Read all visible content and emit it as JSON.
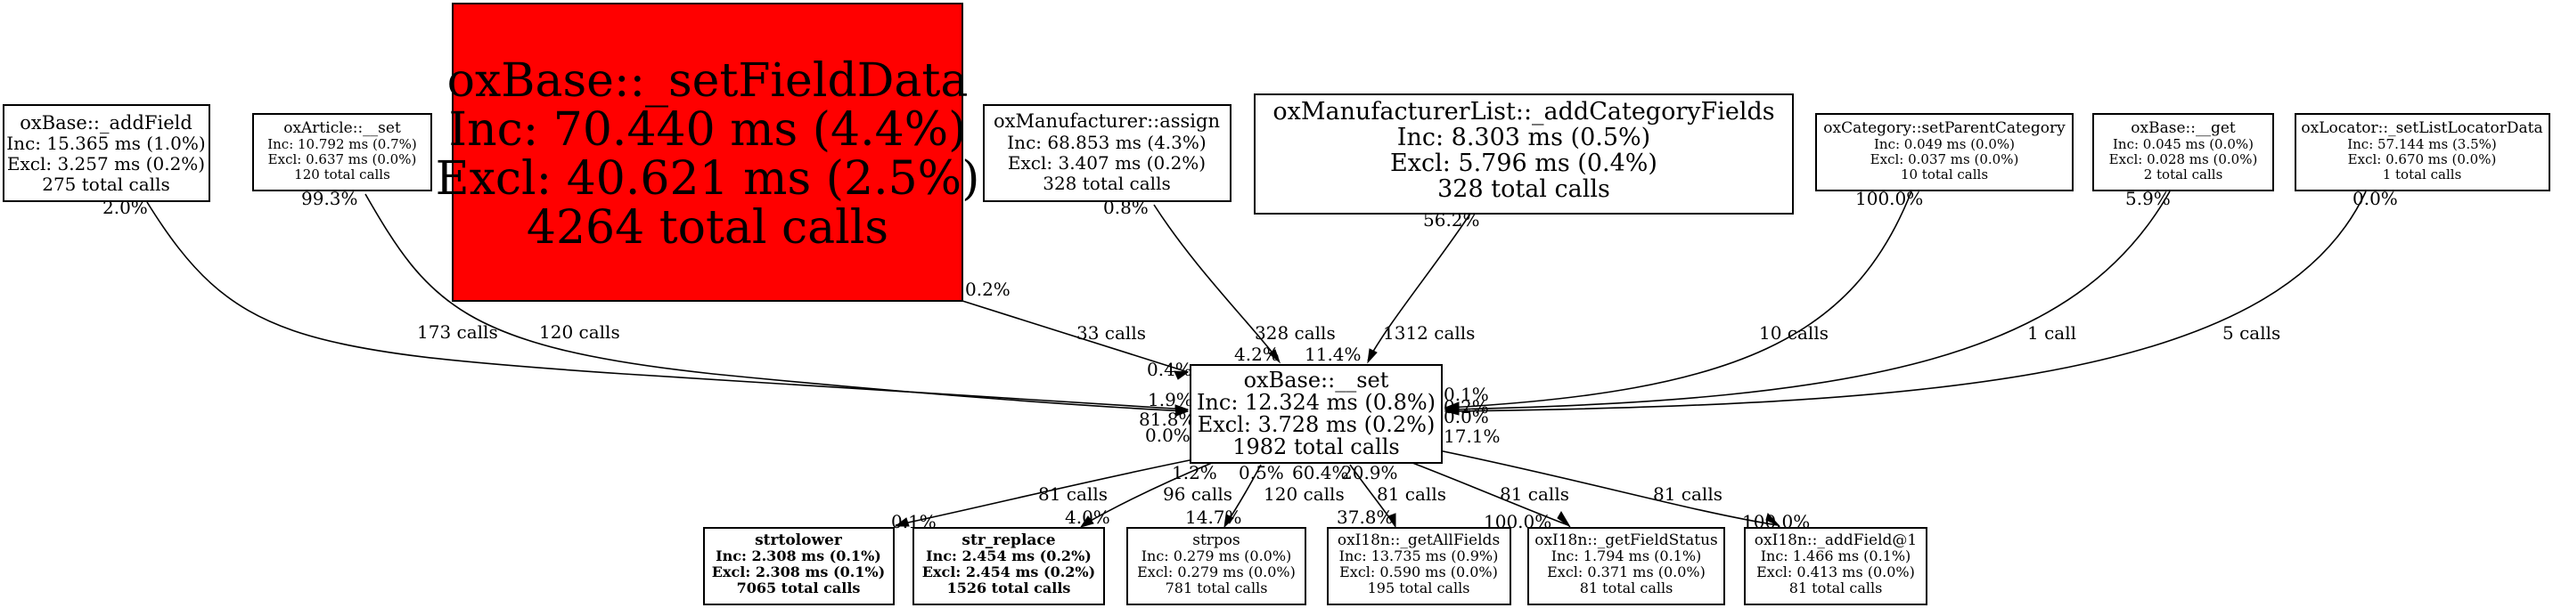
{
  "nodes": {
    "addField": {
      "lines": [
        "oxBase::_addField",
        "Inc: 15.365 ms (1.0%)",
        "Excl: 3.257 ms (0.2%)",
        "275 total calls"
      ]
    },
    "article_set": {
      "lines": [
        "oxArticle::__set",
        "Inc: 10.792 ms (0.7%)",
        "Excl: 0.637 ms (0.0%)",
        "120 total calls"
      ]
    },
    "setFieldData": {
      "lines": [
        "oxBase::_setFieldData",
        "Inc: 70.440 ms (4.4%)",
        "Excl: 40.621 ms (2.5%)",
        "4264 total calls"
      ],
      "fill": "#ff0000"
    },
    "manufacturer_assign": {
      "lines": [
        "oxManufacturer::assign",
        "Inc: 68.853 ms (4.3%)",
        "Excl: 3.407 ms (0.2%)",
        "328 total calls"
      ]
    },
    "addCategoryFields": {
      "lines": [
        "oxManufacturerList::_addCategoryFields",
        "Inc: 8.303 ms (0.5%)",
        "Excl: 5.796 ms (0.4%)",
        "328 total calls"
      ]
    },
    "setParentCategory": {
      "lines": [
        "oxCategory::setParentCategory",
        "Inc: 0.049 ms (0.0%)",
        "Excl: 0.037 ms (0.0%)",
        "10 total calls"
      ]
    },
    "base_get": {
      "lines": [
        "oxBase::__get",
        "Inc: 0.045 ms (0.0%)",
        "Excl: 0.028 ms (0.0%)",
        "2 total calls"
      ]
    },
    "setListLocatorData": {
      "lines": [
        "oxLocator::_setListLocatorData",
        "Inc: 57.144 ms (3.5%)",
        "Excl: 0.670 ms (0.0%)",
        "1 total calls"
      ]
    },
    "base_set": {
      "lines": [
        "oxBase::__set",
        "Inc: 12.324 ms (0.8%)",
        "Excl: 3.728 ms (0.2%)",
        "1982 total calls"
      ]
    },
    "strtolower": {
      "lines": [
        "strtolower",
        "Inc: 2.308 ms (0.1%)",
        "Excl: 2.308 ms (0.1%)",
        "7065 total calls"
      ]
    },
    "str_replace": {
      "lines": [
        "str_replace",
        "Inc: 2.454 ms (0.2%)",
        "Excl: 2.454 ms (0.2%)",
        "1526 total calls"
      ]
    },
    "strpos": {
      "lines": [
        "strpos",
        "Inc: 0.279 ms (0.0%)",
        "Excl: 0.279 ms (0.0%)",
        "781 total calls"
      ]
    },
    "getAllFields": {
      "lines": [
        "oxI18n::_getAllFields",
        "Inc: 13.735 ms (0.9%)",
        "Excl: 0.590 ms (0.0%)",
        "195 total calls"
      ]
    },
    "getFieldStatus": {
      "lines": [
        "oxI18n::_getFieldStatus",
        "Inc: 1.794 ms (0.1%)",
        "Excl: 0.371 ms (0.0%)",
        "81 total calls"
      ]
    },
    "addField1": {
      "lines": [
        "oxI18n::_addField@1",
        "Inc: 1.466 ms (0.1%)",
        "Excl: 0.413 ms (0.0%)",
        "81 total calls"
      ]
    }
  },
  "edges": {
    "addField_set": {
      "calls": "173 calls",
      "src_pct": "2.0%",
      "dst_pct": "1.9%"
    },
    "article_set_set": {
      "calls": "120 calls",
      "src_pct": "99.3%",
      "dst_pct": "81.8%"
    },
    "setFieldData_set": {
      "calls": "33 calls",
      "src_pct": "0.2%",
      "dst_pct": "0.4%"
    },
    "assign_set": {
      "calls": "328 calls",
      "src_pct": "0.8%",
      "dst_pct": "4.2%"
    },
    "addCategoryFields_set": {
      "calls": "1312 calls",
      "src_pct": "56.2%",
      "dst_pct": "11.4%"
    },
    "setParentCategory_set": {
      "calls": "10 calls",
      "src_pct": "100.0%",
      "dst_pct": "0.1%"
    },
    "base_get_set": {
      "calls": "1 call",
      "src_pct": "5.9%",
      "dst_pct": "0.0%"
    },
    "setListLocatorData_set": {
      "calls": "5 calls",
      "src_pct": "0.0%",
      "dst_pct": "0.2%"
    },
    "set_strtolower": {
      "calls": "81 calls",
      "src_pct": "0.0%",
      "dst_pct": "0.1%"
    },
    "set_str_replace": {
      "calls": "96 calls",
      "src_pct": "1.2%",
      "dst_pct": "4.0%"
    },
    "set_strpos": {
      "calls": "120 calls",
      "src_pct": "0.5%",
      "dst_pct": "14.7%"
    },
    "set_getAllFields": {
      "calls": "81 calls",
      "src_pct": "60.4%",
      "dst_pct": "37.8%"
    },
    "set_getFieldStatus": {
      "calls": "81 calls",
      "src_pct": "20.9%",
      "dst_pct": "100.0%"
    },
    "set_addField1": {
      "calls": "81 calls",
      "src_pct": "17.1%",
      "dst_pct": "100.0%"
    }
  },
  "colors": {
    "hot_node": "#ff0000",
    "normal_node": "#ffffff",
    "stroke": "#000000"
  }
}
